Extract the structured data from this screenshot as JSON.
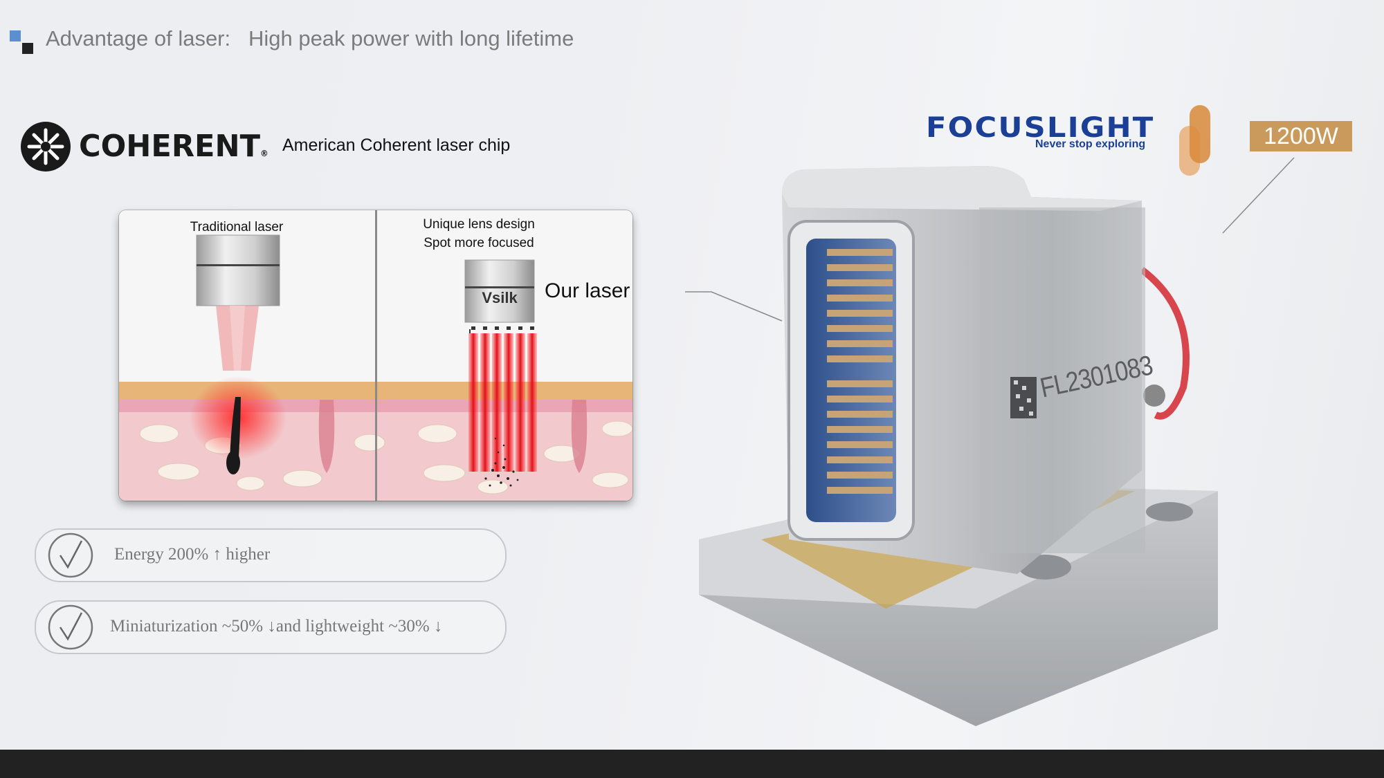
{
  "header": {
    "title": "Advantage of laser:   High peak power with long lifetime"
  },
  "brand": {
    "logo_text": "COHERENT",
    "registered_mark": "®",
    "description": "American Coherent laser chip"
  },
  "illustration": {
    "left_label": "Traditional laser",
    "right_label_line1": "Unique lens design",
    "right_label_line2": "Spot more focused",
    "device_label": "Vsilk",
    "callout": "Our laser"
  },
  "features": [
    {
      "text": "Energy 200% ↑ higher"
    },
    {
      "text": "Miniaturization ~50% ↓and lightweight ~30% ↓"
    }
  ],
  "product": {
    "maker_logo": "FOCUSLIGHT",
    "maker_tagline": "Never stop exploring",
    "power_badge": "1200W",
    "serial": "FL2301083"
  },
  "colors": {
    "accent_blue": "#5b8fd0",
    "badge": "#c99a5b",
    "focuslight_blue": "#1c3f96",
    "laser_red": "#e8202a"
  }
}
